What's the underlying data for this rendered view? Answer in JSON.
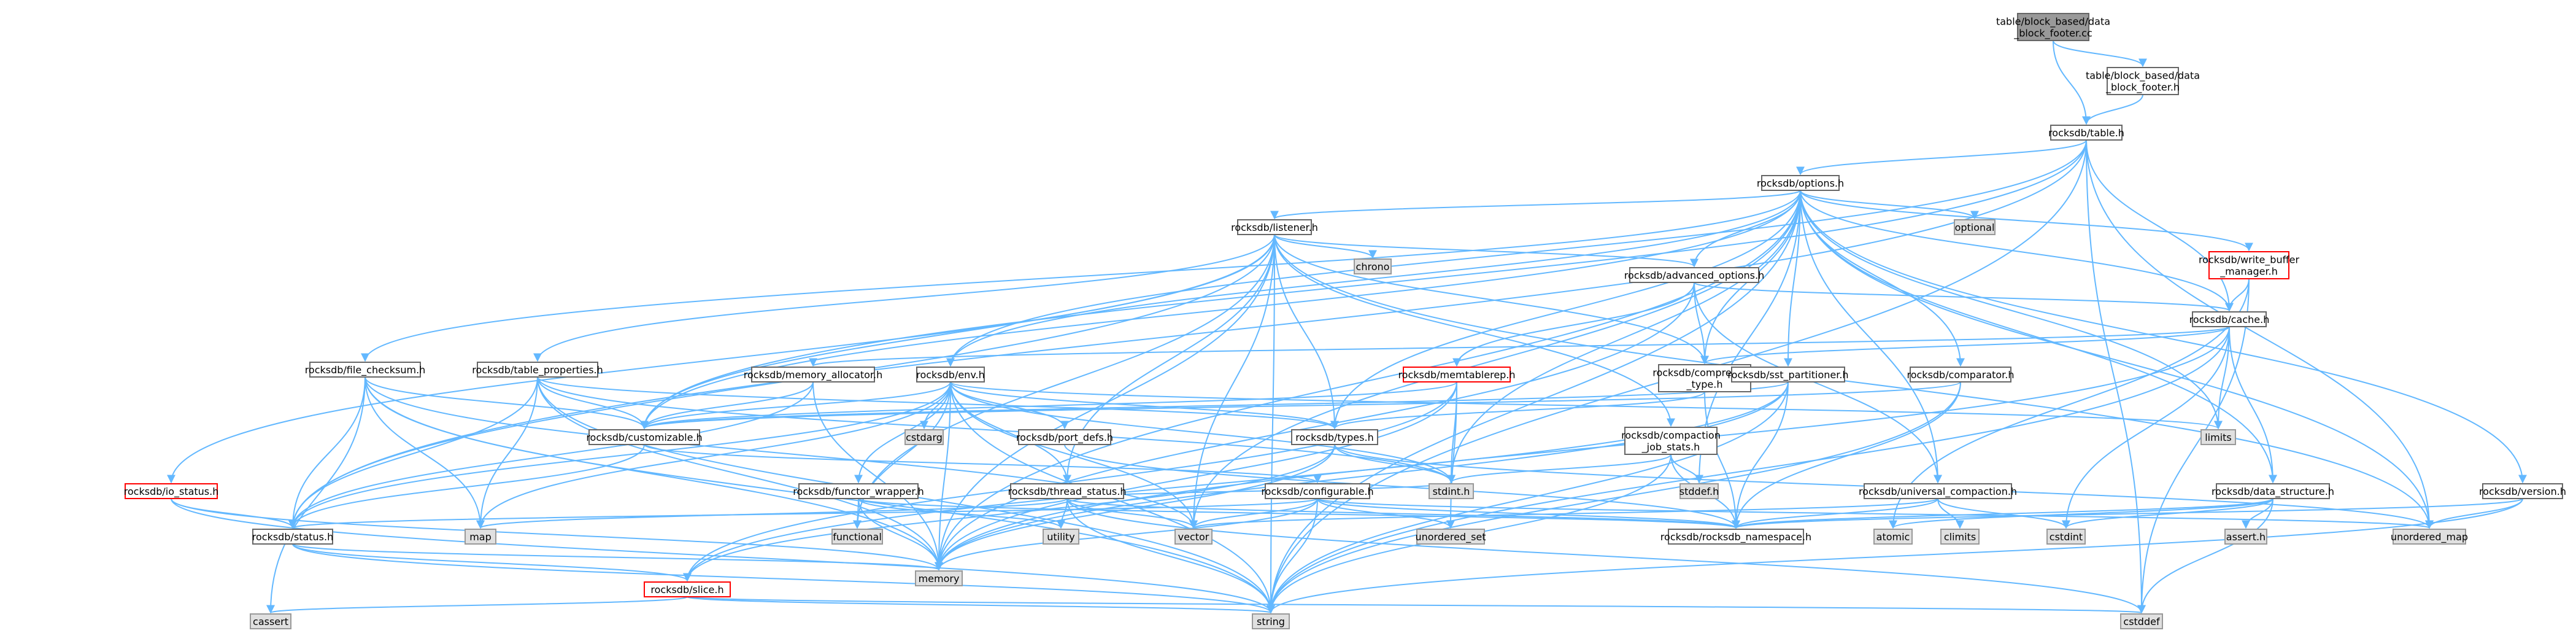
{
  "colors": {
    "edge": "#63b8ff",
    "node_fill": "#ffffff",
    "node_border": "#666666",
    "root_fill": "#999999",
    "root_border": "#666666",
    "system_fill": "#e0e0e0",
    "system_border": "#999999",
    "highlight_border": "#ff0000"
  },
  "nodes": [
    {
      "id": "root",
      "lines": [
        "table/block_based/data",
        "_block_footer.cc"
      ],
      "style": "root",
      "interactable": false
    },
    {
      "id": "footer_h",
      "lines": [
        "table/block_based/data",
        "_block_footer.h"
      ],
      "style": "normal",
      "interactable": true
    },
    {
      "id": "table_h",
      "lines": [
        "rocksdb/table.h"
      ],
      "style": "normal",
      "interactable": true
    },
    {
      "id": "options_h",
      "lines": [
        "rocksdb/options.h"
      ],
      "style": "normal",
      "interactable": true
    },
    {
      "id": "listener_h",
      "lines": [
        "rocksdb/listener.h"
      ],
      "style": "normal",
      "interactable": true
    },
    {
      "id": "optional",
      "lines": [
        "optional"
      ],
      "style": "system",
      "interactable": false
    },
    {
      "id": "write_buffer_manager_h",
      "lines": [
        "rocksdb/write_buffer",
        "_manager.h"
      ],
      "style": "red",
      "interactable": true
    },
    {
      "id": "chrono",
      "lines": [
        "chrono"
      ],
      "style": "system",
      "interactable": false
    },
    {
      "id": "advanced_options_h",
      "lines": [
        "rocksdb/advanced_options.h"
      ],
      "style": "normal",
      "interactable": true
    },
    {
      "id": "cache_h",
      "lines": [
        "rocksdb/cache.h"
      ],
      "style": "normal",
      "interactable": true
    },
    {
      "id": "file_checksum_h",
      "lines": [
        "rocksdb/file_checksum.h"
      ],
      "style": "normal",
      "interactable": true
    },
    {
      "id": "table_properties_h",
      "lines": [
        "rocksdb/table_properties.h"
      ],
      "style": "normal",
      "interactable": true
    },
    {
      "id": "memory_allocator_h",
      "lines": [
        "rocksdb/memory_allocator.h"
      ],
      "style": "normal",
      "interactable": true
    },
    {
      "id": "env_h",
      "lines": [
        "rocksdb/env.h"
      ],
      "style": "normal",
      "interactable": true
    },
    {
      "id": "memtablerep_h",
      "lines": [
        "rocksdb/memtablerep.h"
      ],
      "style": "red",
      "interactable": true
    },
    {
      "id": "compression_type_h",
      "lines": [
        "rocksdb/compression",
        "_type.h"
      ],
      "style": "normal",
      "interactable": true
    },
    {
      "id": "sst_partitioner_h",
      "lines": [
        "rocksdb/sst_partitioner.h"
      ],
      "style": "normal",
      "interactable": true
    },
    {
      "id": "comparator_h",
      "lines": [
        "rocksdb/comparator.h"
      ],
      "style": "normal",
      "interactable": true
    },
    {
      "id": "customizable_h",
      "lines": [
        "rocksdb/customizable.h"
      ],
      "style": "normal",
      "interactable": true
    },
    {
      "id": "cstdarg",
      "lines": [
        "cstdarg"
      ],
      "style": "system",
      "interactable": false
    },
    {
      "id": "port_defs_h",
      "lines": [
        "rocksdb/port_defs.h"
      ],
      "style": "normal",
      "interactable": true
    },
    {
      "id": "types_h",
      "lines": [
        "rocksdb/types.h"
      ],
      "style": "normal",
      "interactable": true
    },
    {
      "id": "compaction_job_stats_h",
      "lines": [
        "rocksdb/compaction",
        "_job_stats.h"
      ],
      "style": "normal",
      "interactable": true
    },
    {
      "id": "limits",
      "lines": [
        "limits"
      ],
      "style": "system",
      "interactable": false
    },
    {
      "id": "io_status_h",
      "lines": [
        "rocksdb/io_status.h"
      ],
      "style": "red",
      "interactable": true
    },
    {
      "id": "functor_wrapper_h",
      "lines": [
        "rocksdb/functor_wrapper.h"
      ],
      "style": "normal",
      "interactable": true
    },
    {
      "id": "thread_status_h",
      "lines": [
        "rocksdb/thread_status.h"
      ],
      "style": "normal",
      "interactable": true
    },
    {
      "id": "configurable_h",
      "lines": [
        "rocksdb/configurable.h"
      ],
      "style": "normal",
      "interactable": true
    },
    {
      "id": "stdint_h",
      "lines": [
        "stdint.h"
      ],
      "style": "system",
      "interactable": false
    },
    {
      "id": "stddef_h",
      "lines": [
        "stddef.h"
      ],
      "style": "system",
      "interactable": false
    },
    {
      "id": "universal_compaction_h",
      "lines": [
        "rocksdb/universal_compaction.h"
      ],
      "style": "normal",
      "interactable": true
    },
    {
      "id": "data_structure_h",
      "lines": [
        "rocksdb/data_structure.h"
      ],
      "style": "normal",
      "interactable": true
    },
    {
      "id": "version_h",
      "lines": [
        "rocksdb/version.h"
      ],
      "style": "normal",
      "interactable": true
    },
    {
      "id": "status_h",
      "lines": [
        "rocksdb/status.h"
      ],
      "style": "normal",
      "interactable": true
    },
    {
      "id": "map",
      "lines": [
        "map"
      ],
      "style": "system",
      "interactable": false
    },
    {
      "id": "functional",
      "lines": [
        "functional"
      ],
      "style": "system",
      "interactable": false
    },
    {
      "id": "utility",
      "lines": [
        "utility"
      ],
      "style": "system",
      "interactable": false
    },
    {
      "id": "vector",
      "lines": [
        "vector"
      ],
      "style": "system",
      "interactable": false
    },
    {
      "id": "unordered_set",
      "lines": [
        "unordered_set"
      ],
      "style": "system",
      "interactable": false
    },
    {
      "id": "rocksdb_namespace_h",
      "lines": [
        "rocksdb/rocksdb_namespace.h"
      ],
      "style": "normal",
      "interactable": true
    },
    {
      "id": "atomic",
      "lines": [
        "atomic"
      ],
      "style": "system",
      "interactable": false
    },
    {
      "id": "climits",
      "lines": [
        "climits"
      ],
      "style": "system",
      "interactable": false
    },
    {
      "id": "cstdint",
      "lines": [
        "cstdint"
      ],
      "style": "system",
      "interactable": false
    },
    {
      "id": "assert_h",
      "lines": [
        "assert.h"
      ],
      "style": "system",
      "interactable": false
    },
    {
      "id": "unordered_map",
      "lines": [
        "unordered_map"
      ],
      "style": "system",
      "interactable": false
    },
    {
      "id": "memory",
      "lines": [
        "memory"
      ],
      "style": "system",
      "interactable": false
    },
    {
      "id": "slice_h",
      "lines": [
        "rocksdb/slice.h"
      ],
      "style": "red",
      "interactable": true
    },
    {
      "id": "cassert",
      "lines": [
        "cassert"
      ],
      "style": "system",
      "interactable": false
    },
    {
      "id": "string",
      "lines": [
        "string"
      ],
      "style": "system",
      "interactable": false
    },
    {
      "id": "cstddef",
      "lines": [
        "cstddef"
      ],
      "style": "system",
      "interactable": false
    }
  ],
  "edges": [
    [
      "root",
      "footer_h"
    ],
    [
      "root",
      "table_h"
    ],
    [
      "footer_h",
      "table_h"
    ],
    [
      "table_h",
      "options_h"
    ],
    [
      "table_h",
      "cache_h"
    ],
    [
      "table_h",
      "customizable_h"
    ],
    [
      "table_h",
      "env_h"
    ],
    [
      "table_h",
      "status_h"
    ],
    [
      "table_h",
      "string"
    ],
    [
      "table_h",
      "unordered_map"
    ],
    [
      "table_h",
      "cstddef"
    ],
    [
      "options_h",
      "listener_h"
    ],
    [
      "options_h",
      "optional"
    ],
    [
      "options_h",
      "write_buffer_manager_h"
    ],
    [
      "options_h",
      "advanced_options_h"
    ],
    [
      "options_h",
      "cache_h"
    ],
    [
      "options_h",
      "file_checksum_h"
    ],
    [
      "options_h",
      "env_h"
    ],
    [
      "options_h",
      "compression_type_h"
    ],
    [
      "options_h",
      "sst_partitioner_h"
    ],
    [
      "options_h",
      "comparator_h"
    ],
    [
      "options_h",
      "customizable_h"
    ],
    [
      "options_h",
      "types_h"
    ],
    [
      "options_h",
      "limits"
    ],
    [
      "options_h",
      "stdint_h"
    ],
    [
      "options_h",
      "stddef_h"
    ],
    [
      "options_h",
      "universal_compaction_h"
    ],
    [
      "options_h",
      "data_structure_h"
    ],
    [
      "options_h",
      "version_h"
    ],
    [
      "options_h",
      "vector"
    ],
    [
      "options_h",
      "memory"
    ],
    [
      "options_h",
      "string"
    ],
    [
      "options_h",
      "unordered_map"
    ],
    [
      "listener_h",
      "chrono"
    ],
    [
      "listener_h",
      "advanced_options_h"
    ],
    [
      "listener_h",
      "table_properties_h"
    ],
    [
      "listener_h",
      "compression_type_h"
    ],
    [
      "listener_h",
      "customizable_h"
    ],
    [
      "listener_h",
      "types_h"
    ],
    [
      "listener_h",
      "compaction_job_stats_h"
    ],
    [
      "listener_h",
      "io_status_h"
    ],
    [
      "listener_h",
      "thread_status_h"
    ],
    [
      "listener_h",
      "status_h"
    ],
    [
      "listener_h",
      "functional"
    ],
    [
      "listener_h",
      "vector"
    ],
    [
      "listener_h",
      "memory"
    ],
    [
      "listener_h",
      "string"
    ],
    [
      "listener_h",
      "unordered_map"
    ],
    [
      "write_buffer_manager_h",
      "cache_h"
    ],
    [
      "write_buffer_manager_h",
      "atomic"
    ],
    [
      "write_buffer_manager_h",
      "cstddef"
    ],
    [
      "advanced_options_h",
      "memtablerep_h"
    ],
    [
      "advanced_options_h",
      "compression_type_h"
    ],
    [
      "advanced_options_h",
      "cache_h"
    ],
    [
      "advanced_options_h",
      "universal_compaction_h"
    ],
    [
      "advanced_options_h",
      "memory"
    ],
    [
      "cache_h",
      "memory_allocator_h"
    ],
    [
      "cache_h",
      "compression_type_h"
    ],
    [
      "cache_h",
      "data_structure_h"
    ],
    [
      "cache_h",
      "limits"
    ],
    [
      "cache_h",
      "cstdint"
    ],
    [
      "cache_h",
      "memory"
    ],
    [
      "cache_h",
      "string"
    ],
    [
      "file_checksum_h",
      "customizable_h"
    ],
    [
      "file_checksum_h",
      "status_h"
    ],
    [
      "file_checksum_h",
      "map"
    ],
    [
      "file_checksum_h",
      "cassert"
    ],
    [
      "file_checksum_h",
      "memory"
    ],
    [
      "file_checksum_h",
      "string"
    ],
    [
      "file_checksum_h",
      "vector"
    ],
    [
      "table_properties_h",
      "customizable_h"
    ],
    [
      "table_properties_h",
      "status_h"
    ],
    [
      "table_properties_h",
      "types_h"
    ],
    [
      "table_properties_h",
      "map"
    ],
    [
      "table_properties_h",
      "memory"
    ],
    [
      "table_properties_h",
      "string"
    ],
    [
      "table_properties_h",
      "stdint_h"
    ],
    [
      "memory_allocator_h",
      "customizable_h"
    ],
    [
      "memory_allocator_h",
      "status_h"
    ],
    [
      "memory_allocator_h",
      "memory"
    ],
    [
      "env_h",
      "customizable_h"
    ],
    [
      "env_h",
      "cstdarg"
    ],
    [
      "env_h",
      "port_defs_h"
    ],
    [
      "env_h",
      "types_h"
    ],
    [
      "env_h",
      "functor_wrapper_h"
    ],
    [
      "env_h",
      "thread_status_h"
    ],
    [
      "env_h",
      "status_h"
    ],
    [
      "env_h",
      "functional"
    ],
    [
      "env_h",
      "limits"
    ],
    [
      "env_h",
      "memory"
    ],
    [
      "env_h",
      "string"
    ],
    [
      "env_h",
      "vector"
    ],
    [
      "env_h",
      "stdint_h"
    ],
    [
      "env_h",
      "map"
    ],
    [
      "memtablerep_h",
      "customizable_h"
    ],
    [
      "memtablerep_h",
      "slice_h"
    ],
    [
      "memtablerep_h",
      "stdint_h"
    ],
    [
      "memtablerep_h",
      "memory"
    ],
    [
      "memtablerep_h",
      "unordered_set"
    ],
    [
      "compression_type_h",
      "types_h"
    ],
    [
      "compression_type_h",
      "rocksdb_namespace_h"
    ],
    [
      "sst_partitioner_h",
      "customizable_h"
    ],
    [
      "sst_partitioner_h",
      "slice_h"
    ],
    [
      "sst_partitioner_h",
      "rocksdb_namespace_h"
    ],
    [
      "sst_partitioner_h",
      "memory"
    ],
    [
      "sst_partitioner_h",
      "string"
    ],
    [
      "comparator_h",
      "customizable_h"
    ],
    [
      "comparator_h",
      "rocksdb_namespace_h"
    ],
    [
      "comparator_h",
      "string"
    ],
    [
      "customizable_h",
      "configurable_h"
    ],
    [
      "customizable_h",
      "status_h"
    ],
    [
      "port_defs_h",
      "rocksdb_namespace_h"
    ],
    [
      "types_h",
      "slice_h"
    ],
    [
      "types_h",
      "stdint_h"
    ],
    [
      "types_h",
      "memory"
    ],
    [
      "types_h",
      "unordered_map"
    ],
    [
      "compaction_job_stats_h",
      "stdint_h"
    ],
    [
      "compaction_job_stats_h",
      "stddef_h"
    ],
    [
      "compaction_job_stats_h",
      "rocksdb_namespace_h"
    ],
    [
      "compaction_job_stats_h",
      "string"
    ],
    [
      "io_status_h",
      "status_h"
    ],
    [
      "io_status_h",
      "string"
    ],
    [
      "io_status_h",
      "memory"
    ],
    [
      "functor_wrapper_h",
      "memory"
    ],
    [
      "functor_wrapper_h",
      "utility"
    ],
    [
      "functor_wrapper_h",
      "functional"
    ],
    [
      "functor_wrapper_h",
      "rocksdb_namespace_h"
    ],
    [
      "thread_status_h",
      "rocksdb_namespace_h"
    ],
    [
      "thread_status_h",
      "stdint_h"
    ],
    [
      "thread_status_h",
      "cstddef"
    ],
    [
      "thread_status_h",
      "map"
    ],
    [
      "thread_status_h",
      "string"
    ],
    [
      "thread_status_h",
      "utility"
    ],
    [
      "thread_status_h",
      "vector"
    ],
    [
      "configurable_h",
      "rocksdb_namespace_h"
    ],
    [
      "configurable_h",
      "status_h"
    ],
    [
      "configurable_h",
      "string"
    ],
    [
      "configurable_h",
      "unordered_set"
    ],
    [
      "configurable_h",
      "memory"
    ],
    [
      "configurable_h",
      "unordered_map"
    ],
    [
      "configurable_h",
      "vector"
    ],
    [
      "universal_compaction_h",
      "rocksdb_namespace_h"
    ],
    [
      "universal_compaction_h",
      "climits"
    ],
    [
      "universal_compaction_h",
      "cstdint"
    ],
    [
      "universal_compaction_h",
      "vector"
    ],
    [
      "data_structure_h",
      "assert_h"
    ],
    [
      "data_structure_h",
      "cstddef"
    ],
    [
      "data_structure_h",
      "cstdint"
    ],
    [
      "data_structure_h",
      "atomic"
    ],
    [
      "data_structure_h",
      "rocksdb_namespace_h"
    ],
    [
      "version_h",
      "string"
    ],
    [
      "version_h",
      "unordered_map"
    ],
    [
      "version_h",
      "rocksdb_namespace_h"
    ],
    [
      "status_h",
      "memory"
    ],
    [
      "status_h",
      "string"
    ],
    [
      "status_h",
      "slice_h"
    ],
    [
      "slice_h",
      "cassert"
    ],
    [
      "slice_h",
      "cstddef"
    ],
    [
      "slice_h",
      "string"
    ]
  ]
}
